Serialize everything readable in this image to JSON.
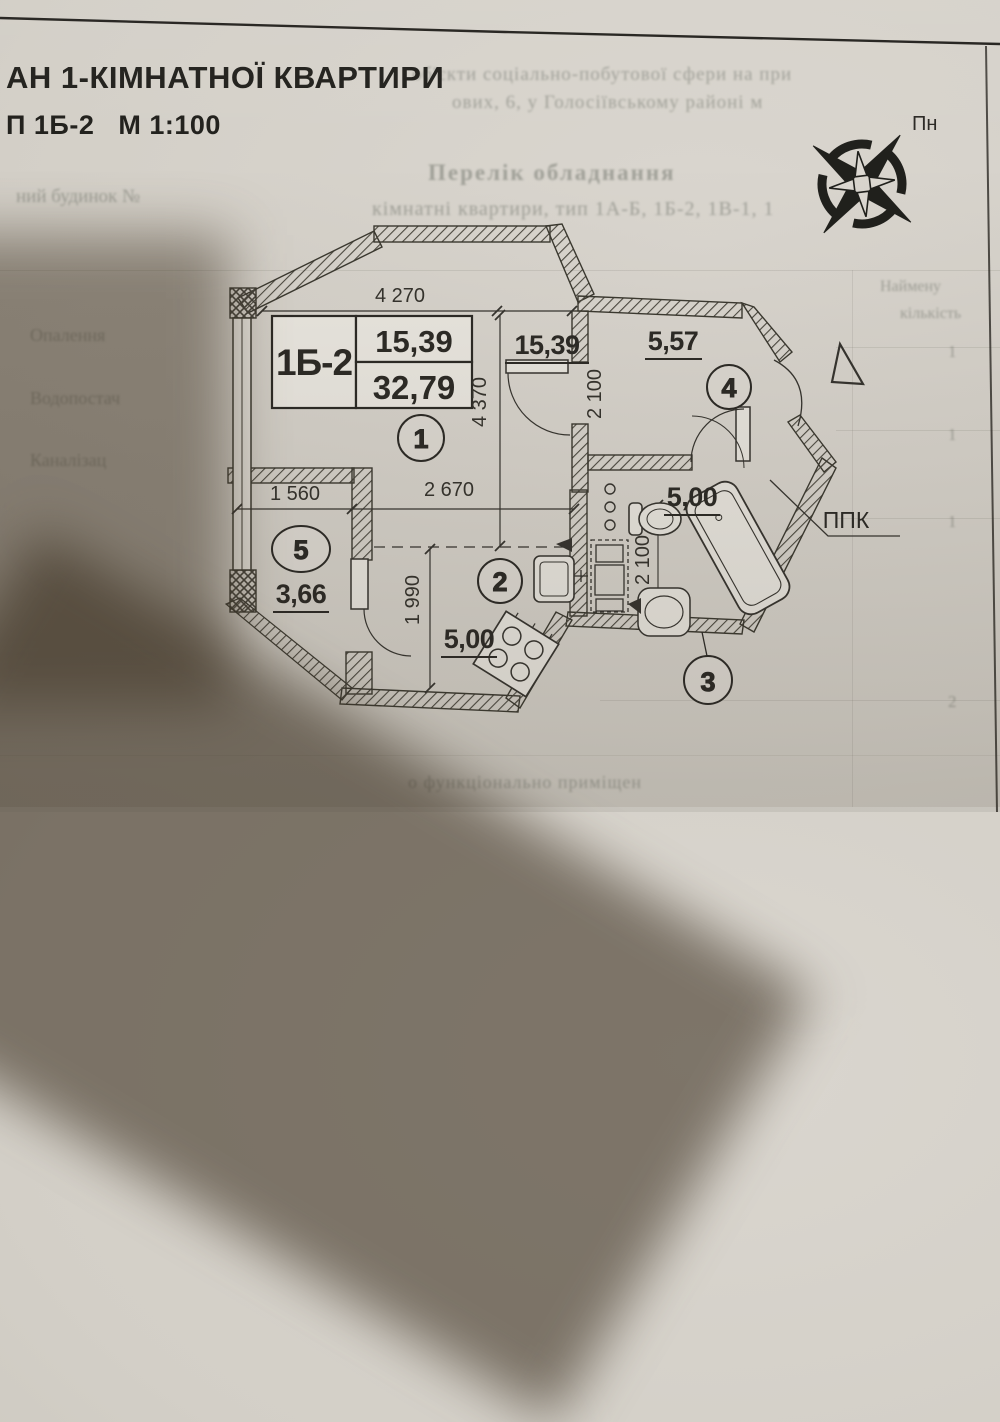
{
  "document": {
    "title_line1": "АН 1-КІМНАТНОЇ КВАРТИРИ",
    "title_line2": "П 1Б-2   М 1:100",
    "compass_north_label": "Пн"
  },
  "plan": {
    "unit_type": "1Б-2",
    "living_area": "15,39",
    "total_area": "32,79",
    "hall_area": "15,39",
    "hallway_area": "5,57",
    "kitchen_area": "5,00",
    "bath_area": "5,00",
    "balcony_area": "3,66",
    "room1": "1",
    "room2": "2",
    "room3": "3",
    "room4": "4",
    "room5": "5",
    "dim_width_top": "4 270",
    "dim_height_left": "4 370",
    "dim_hall_opening": "2 100",
    "dim_bath_width": "2 100",
    "dim_balcony_width": "1 560",
    "dim_kitchen_width": "2 670",
    "dim_nook": "1 990",
    "ppk_label": "ППК"
  },
  "bleed_through": {
    "line_top_1": "об'єкти соціально-побутової сфери на при",
    "line_top_2": "ових, 6, у Голосіївському районі м",
    "line_left": "ний будинок №",
    "heading": "Перелік обладнання",
    "subheading": "кімнатні квартири, тип 1А-Б, 1Б-2, 1В-1, 1",
    "col_header_1": "Наймену",
    "col_header_2": "кількість",
    "row_1": "Опалення",
    "row_2": "Водопостач",
    "row_3": "Каналізац",
    "qty_1": "1",
    "qty_2": "1",
    "qty_3": "1",
    "qty_4": "2",
    "line_bottom": "о функціонально приміщен"
  }
}
